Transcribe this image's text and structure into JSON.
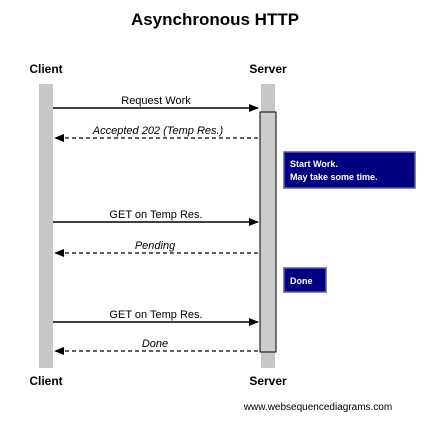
{
  "title": "Asynchronous HTTP",
  "participants": {
    "client": "Client",
    "server": "Server"
  },
  "messages": [
    {
      "label": "Request Work",
      "direction": "to-server",
      "style": "solid"
    },
    {
      "label": "Accepted 202 (Temp Res.)",
      "direction": "to-client",
      "style": "dashed"
    },
    {
      "label": "GET on Temp Res.",
      "direction": "to-server",
      "style": "solid"
    },
    {
      "label": "Pending",
      "direction": "to-client",
      "style": "dashed"
    },
    {
      "label": "GET on Temp Res.",
      "direction": "to-server",
      "style": "solid"
    },
    {
      "label": "Done",
      "direction": "to-client",
      "style": "dashed"
    }
  ],
  "notes": [
    {
      "lines": [
        "Start Work.",
        "May take some time."
      ]
    },
    {
      "lines": [
        "Done"
      ]
    }
  ],
  "footer": "www.websequencediagrams.com",
  "colors": {
    "lifeline": "#c8c8c8",
    "activation_fill": "#cccccc",
    "note_fill": "#000080",
    "note_border": "#5a5aa0",
    "text": "#000000"
  }
}
